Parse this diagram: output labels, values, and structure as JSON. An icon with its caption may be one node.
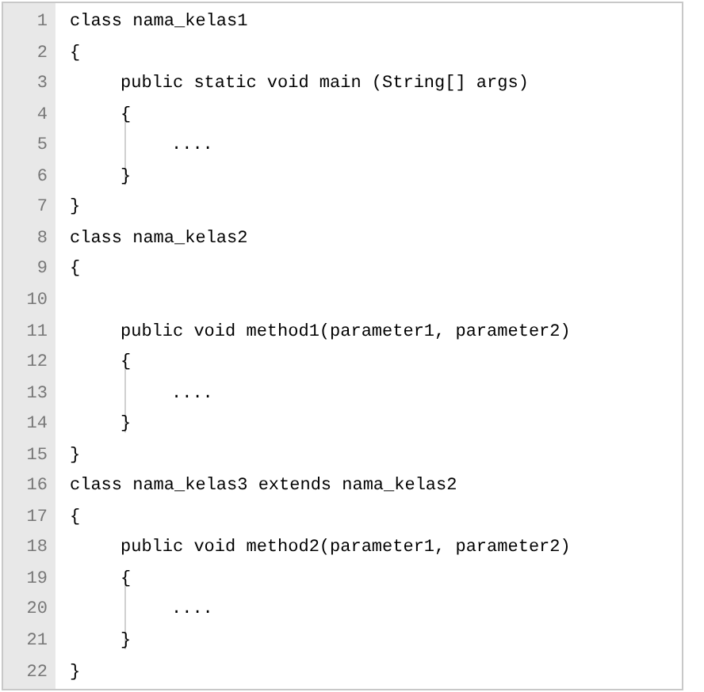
{
  "diagram": {
    "labels": [
      "1",
      "class nama_kelas1",
      "2",
      "{",
      "3",
      "public static void main (String[] args)",
      "4",
      "{",
      "5",
      "....",
      "6",
      "}",
      "7",
      "}",
      "8",
      "class nama_kelas2",
      "9",
      "{",
      "10",
      "11",
      "public void method1(parameter1, parameter2)",
      "12",
      "{",
      "13",
      "....",
      "14",
      "}",
      "15",
      "}",
      "16",
      "class nama_kelas3 extends nama_kelas2",
      "17",
      "{",
      "18",
      "public void method2(parameter1, parameter2)",
      "19",
      "{",
      "20",
      "....",
      "21",
      "}",
      "22",
      "}"
    ]
  }
}
